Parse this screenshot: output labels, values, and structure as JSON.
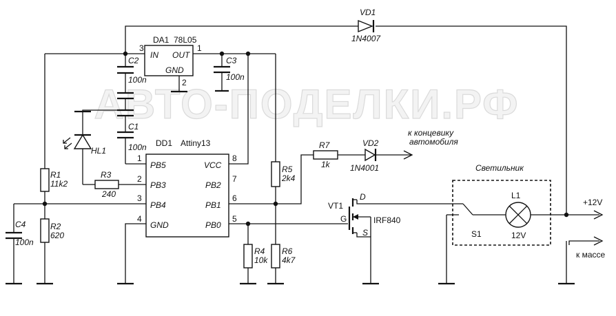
{
  "watermark": "АВТО-ПОДЕЛКИ.РФ",
  "components": {
    "da1": {
      "ref": "DA1",
      "part": "78L05",
      "pin_in": "IN",
      "pin_out": "OUT",
      "pin_gnd": "GND",
      "pin_in_num": "3",
      "pin_out_num": "1",
      "pin_gnd_num": "2"
    },
    "dd1": {
      "ref": "DD1",
      "part": "Attiny13",
      "left_pins": [
        {
          "num": "1",
          "name": "PB5"
        },
        {
          "num": "2",
          "name": "PB3"
        },
        {
          "num": "3",
          "name": "PB4"
        },
        {
          "num": "4",
          "name": "GND"
        }
      ],
      "right_pins": [
        {
          "num": "8",
          "name": "VCC"
        },
        {
          "num": "7",
          "name": "PB2"
        },
        {
          "num": "6",
          "name": "PB1"
        },
        {
          "num": "5",
          "name": "PB0"
        }
      ]
    },
    "vd1": {
      "ref": "VD1",
      "part": "1N4007"
    },
    "vd2": {
      "ref": "VD2",
      "part": "1N4001"
    },
    "c1": {
      "ref": "C1",
      "value": "100n"
    },
    "c2": {
      "ref": "C2",
      "value": "100n"
    },
    "c3": {
      "ref": "C3",
      "value": "100n"
    },
    "c4": {
      "ref": "C4",
      "value": "100n"
    },
    "r1": {
      "ref": "R1",
      "value": "11k2"
    },
    "r2": {
      "ref": "R2",
      "value": "620"
    },
    "r3": {
      "ref": "R3",
      "value": "240"
    },
    "r4": {
      "ref": "R4",
      "value": "10k"
    },
    "r5": {
      "ref": "R5",
      "value": "2k4"
    },
    "r6": {
      "ref": "R6",
      "value": "4k7"
    },
    "r7": {
      "ref": "R7",
      "value": "1k"
    },
    "hl1": {
      "ref": "HL1"
    },
    "vt1": {
      "ref": "VT1",
      "part": "IRF840",
      "d": "D",
      "g": "G",
      "s": "S"
    },
    "s1": {
      "ref": "S1"
    },
    "l1": {
      "ref": "L1",
      "value": "12V"
    }
  },
  "labels": {
    "lamp_box": "Светильник",
    "door_switch_line1": "к концевику",
    "door_switch_line2": "автомобиля",
    "plus12v": "+12V",
    "ground": "к массе"
  }
}
